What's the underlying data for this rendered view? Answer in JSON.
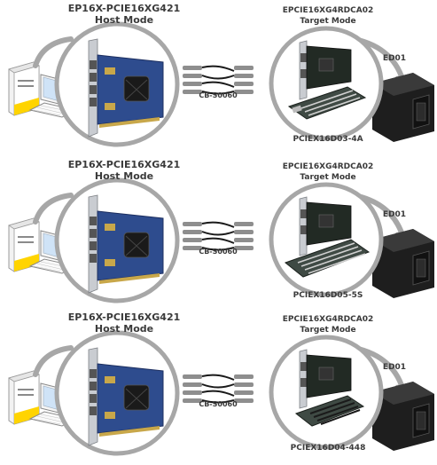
{
  "setups": [
    {
      "host_card_model": "EP16X-PCIE16XG421",
      "host_mode_label": "Host Mode",
      "target_card_model": "EPCIE16XG4RDCA02",
      "target_mode_label": "Target Mode",
      "cable_model": "CB-S0060",
      "expansion_board_model": "PCIEX16D03-4A",
      "enclosure_label": "ED01"
    },
    {
      "host_card_model": "EP16X-PCIE16XG421",
      "host_mode_label": "Host Mode",
      "target_card_model": "EPCIE16XG4RDCA02",
      "target_mode_label": "Target Mode",
      "cable_model": "CB-S0060",
      "expansion_board_model": "PCIEX16D05-5S",
      "enclosure_label": "ED01"
    },
    {
      "host_card_model": "EP16X-PCIE16XG421",
      "host_mode_label": "Host Mode",
      "target_card_model": "EPCIE16XG4RDCA02",
      "target_mode_label": "Target Mode",
      "cable_model": "CB-S0060",
      "expansion_board_model": "PCIEX16D04-448",
      "enclosure_label": "ED01"
    }
  ],
  "colors": {
    "outline_gray": "#a7a7a7",
    "pcb_blue": "#2e4c8e",
    "pcb_dark": "#1d2f60",
    "bracket_silver": "#c9ccd1",
    "board_green": "#3f4a44",
    "enclosure_black": "#1e1e1e",
    "pc_yellow": "#ffd400",
    "text": "#3a3a3a"
  }
}
